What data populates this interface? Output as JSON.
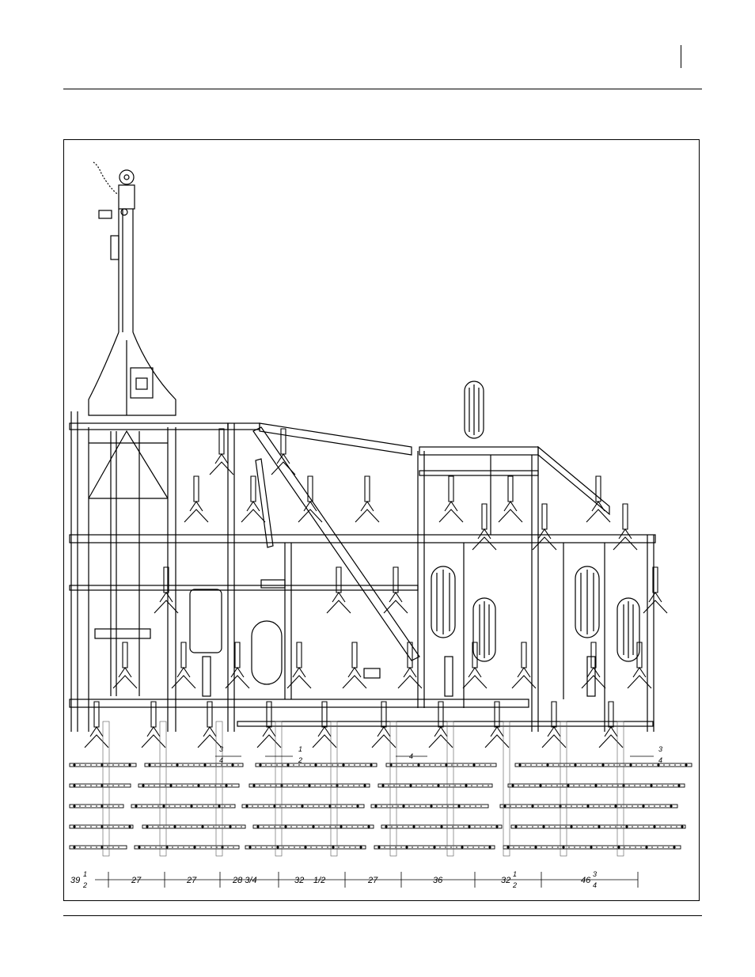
{
  "page": {
    "header_text": "",
    "footer_text": ""
  },
  "drawing": {
    "caption": "",
    "bottom_dimensions": [
      {
        "whole": "39",
        "num": "1",
        "den": "2"
      },
      {
        "whole": "27"
      },
      {
        "whole": "27"
      },
      {
        "whole": "28 3/4"
      },
      {
        "whole": "32"
      },
      {
        "whole": "1/2"
      },
      {
        "whole": "27"
      },
      {
        "whole": "36"
      },
      {
        "whole": "32",
        "num": "1",
        "den": "2"
      },
      {
        "whole": "46",
        "num": "3",
        "den": "4"
      }
    ],
    "offset_dimensions": [
      {
        "num": "3",
        "den": "4"
      },
      {
        "num": "1",
        "den": "2"
      },
      {
        "whole": "4"
      },
      {
        "num": "3",
        "den": "4"
      }
    ]
  }
}
